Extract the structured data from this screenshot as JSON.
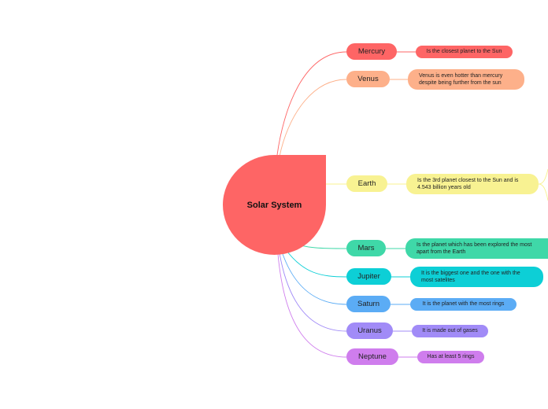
{
  "central": {
    "label": "Solar System",
    "color": "#fe6565"
  },
  "planets": [
    {
      "name": "Mercury",
      "note": "Is the closest planet to the Sun",
      "color": "#fe6565"
    },
    {
      "name": "Venus",
      "note": "Venus is even hotter than mercury despite being further from the sun",
      "color": "#fdb08a"
    },
    {
      "name": "Earth",
      "note": "Is the 3rd planet closest to the Sun and is 4.543 billion years old",
      "color": "#f8f292"
    },
    {
      "name": "Mars",
      "note": "Is the planet which has been explored the most apart from the Earth",
      "color": "#3fd8a8"
    },
    {
      "name": "Jupiter",
      "note": "It is the biggest one and the one with the most satelites",
      "color": "#0dcfd6"
    },
    {
      "name": "Saturn",
      "note": "It is the planet with the most rings",
      "color": "#5bacf5"
    },
    {
      "name": "Uranus",
      "note": "It is made out of gases",
      "color": "#a18bf7"
    },
    {
      "name": "Neptune",
      "note": "Has at least 5 rings",
      "color": "#cf7ded"
    }
  ]
}
